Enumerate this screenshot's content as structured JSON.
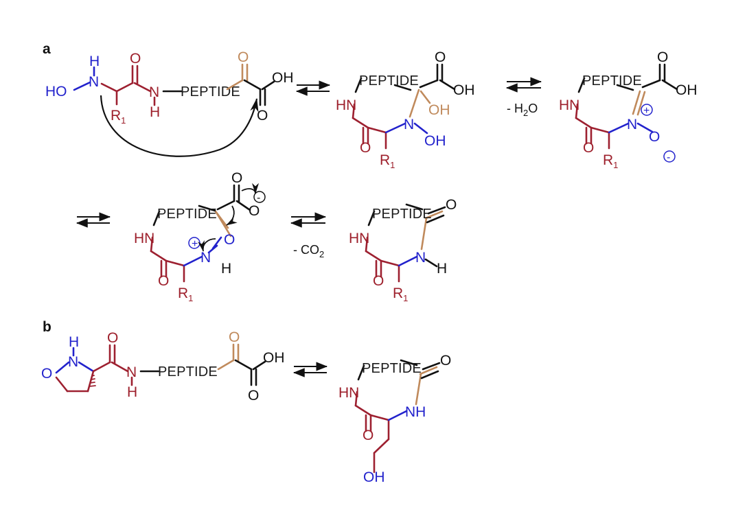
{
  "figure": {
    "type": "reaction-scheme",
    "panels": [
      "a",
      "b"
    ],
    "description": "Chemical mechanism scheme of alpha-ketoacid hydroxylamine (KAHA) ligation"
  },
  "panel_a": {
    "label": "a",
    "step1": {
      "name": "hydroxylamine-peptide-and-ketoacid",
      "labels": {
        "ho": "HO",
        "n_left": "N",
        "h_on_n": "H",
        "r1": "R",
        "r1_sub": "1",
        "amide_o": "O",
        "amide_n": "N",
        "amide_nh": "H",
        "peptide": "PEPTIDE",
        "keto_o": "O",
        "acid_oh": "OH",
        "acid_o": "O"
      }
    },
    "arrow1": {
      "name": "equilibrium-arrow",
      "caption": ""
    },
    "step2": {
      "name": "hemiaminal-intermediate",
      "labels": {
        "peptide": "PEPTIDE",
        "hn": "HN",
        "o_amide": "O",
        "r1": "R",
        "r1_sub": "1",
        "n": "N",
        "n_oh": "OH",
        "c_oh": "OH",
        "acid_o": "O",
        "acid_oh": "OH"
      }
    },
    "arrow2": {
      "name": "equilibrium-arrow-dehydration",
      "caption": "- H2O",
      "caption_main": "- H",
      "caption_sub": "2",
      "caption_tail": "O"
    },
    "step3": {
      "name": "nitrone-intermediate",
      "labels": {
        "peptide": "PEPTIDE",
        "hn": "HN",
        "o_amide": "O",
        "r1": "R",
        "r1_sub": "1",
        "n_plus": "N",
        "plus": "+",
        "o_minus": "O",
        "minus": "-",
        "acid_o": "O",
        "acid_oh": "OH"
      }
    },
    "arrow3": {
      "name": "equilibrium-arrow-row2",
      "caption": ""
    },
    "step4": {
      "name": "oxaziridine-carboxylate-intermediate",
      "labels": {
        "peptide": "PEPTIDE",
        "hn": "HN",
        "o_amide": "O",
        "r1": "R",
        "r1_sub": "1",
        "n_plus": "N",
        "plus": "+",
        "n_h": "H",
        "ring_o": "O",
        "carboxylate_o_top": "O",
        "carboxylate_o_minus": "O",
        "minus": "-"
      }
    },
    "arrow4": {
      "name": "equilibrium-arrow-decarboxylation",
      "caption": "- CO2",
      "caption_main": "- CO",
      "caption_sub": "2"
    },
    "step5": {
      "name": "amide-product",
      "labels": {
        "peptide": "PEPTIDE",
        "hn": "HN",
        "o_amide": "O",
        "r1": "R",
        "r1_sub": "1",
        "n": "N",
        "n_h": "H",
        "c_o": "O"
      }
    },
    "mechanism_arrows": [
      {
        "name": "nucleophilic-attack-arrow",
        "from": "hydroxylamine-nitrogen",
        "to": "ketoacid-carbonyl-carbon"
      },
      {
        "name": "carboxylate-electron-arrow",
        "from": "carboxylate",
        "to": "ring"
      },
      {
        "name": "ring-opening-arrow",
        "from": "oxaziridine-oxygen",
        "to": "nitrogen"
      }
    ]
  },
  "panel_b": {
    "label": "b",
    "step1": {
      "name": "isoxazolidine-peptide-and-ketoacid",
      "labels": {
        "ring_o": "O",
        "ring_n": "N",
        "ring_nh": "H",
        "amide_o": "O",
        "amide_n": "N",
        "amide_nh": "H",
        "peptide": "PEPTIDE",
        "keto_o": "O",
        "acid_oh": "OH",
        "acid_o": "O"
      }
    },
    "arrow1": {
      "name": "equilibrium-arrow",
      "caption": ""
    },
    "step2": {
      "name": "homoserine-amide-product",
      "labels": {
        "peptide": "PEPTIDE",
        "hn": "HN",
        "o_amide": "O",
        "nh": "NH",
        "c_o": "O",
        "oh": "OH"
      }
    }
  },
  "colors": {
    "blue": "#2222cc",
    "red": "#9d1f2b",
    "dark": "#111111",
    "tan": "#c08a5c",
    "background": "#ffffff"
  }
}
